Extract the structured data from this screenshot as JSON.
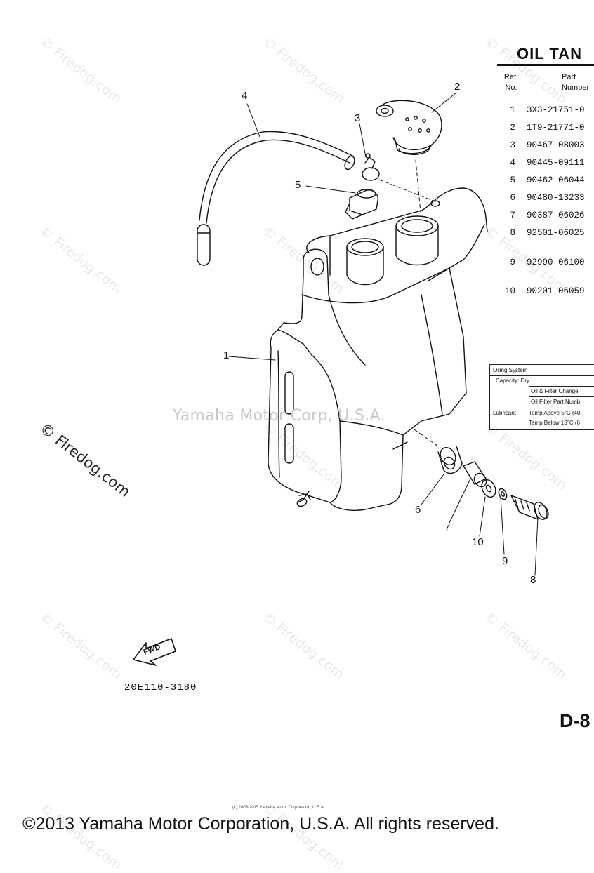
{
  "title": "OIL TAN",
  "table_headers": {
    "ref": "Ref.\nNo.",
    "part": "Part\nNumber"
  },
  "parts": [
    {
      "ref": "1",
      "number": "3X3-21751-0"
    },
    {
      "ref": "2",
      "number": "1T9-21771-0"
    },
    {
      "ref": "3",
      "number": "90467-08003"
    },
    {
      "ref": "4",
      "number": "90445-09111"
    },
    {
      "ref": "5",
      "number": "90462-06044"
    },
    {
      "ref": "6",
      "number": "90480-13233"
    },
    {
      "ref": "7",
      "number": "90387-06026"
    },
    {
      "ref": "8",
      "number": "92501-06025"
    },
    {
      "ref": "9",
      "number": "92990-06100"
    },
    {
      "ref": "10",
      "number": "90201-06059"
    }
  ],
  "spec_box": {
    "oiling_system": "Oiling System",
    "capacity": "Capacity: Dry",
    "oil_filter_change": "Oil & Filter Change",
    "oil_filter_part": "Oil Filter Part Numb",
    "lubricant": "Lubricant",
    "temp_above": "Temp Above 5°C (40",
    "temp_below": "Temp Below 15°C (6"
  },
  "callouts": [
    "1",
    "2",
    "3",
    "4",
    "5",
    "6",
    "7",
    "8",
    "9",
    "10"
  ],
  "fwd_label": "FWD",
  "figure_code": "20E110-3180",
  "page_number": "D-8",
  "watermark_center": "Yamaha Motor Corp, U.S.A.",
  "watermark": "© Firedog.com",
  "small_copyright": "(c) 2005-2015 Yamaha Motor Corporation, U.S.A.",
  "footer": "©2013 Yamaha Motor Corporation, U.S.A. All rights reserved."
}
